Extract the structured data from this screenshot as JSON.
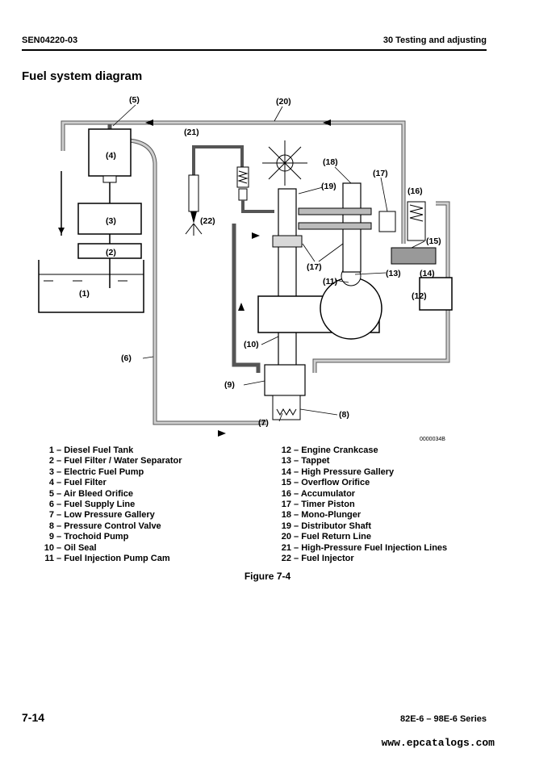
{
  "header": {
    "doc_code": "SEN04220-03",
    "section": "30 Testing and adjusting"
  },
  "title": "Fuel system diagram",
  "diagram": {
    "callouts": [
      "(1)",
      "(2)",
      "(3)",
      "(4)",
      "(5)",
      "(6)",
      "(7)",
      "(8)",
      "(9)",
      "(10)",
      "(11)",
      "(12)",
      "(13)",
      "(14)",
      "(15)",
      "(16)",
      "(17)",
      "(17)",
      "(18)",
      "(19)",
      "(20)",
      "(21)",
      "(22)"
    ],
    "figure_code": "0000034B"
  },
  "legend_left": [
    {
      "num": "1",
      "label": "Diesel Fuel Tank"
    },
    {
      "num": "2",
      "label": "Fuel Filter / Water Separator"
    },
    {
      "num": "3",
      "label": "Electric Fuel Pump"
    },
    {
      "num": "4",
      "label": "Fuel Filter"
    },
    {
      "num": "5",
      "label": "Air Bleed Orifice"
    },
    {
      "num": "6",
      "label": "Fuel Supply Line"
    },
    {
      "num": "7",
      "label": "Low Pressure Gallery"
    },
    {
      "num": "8",
      "label": "Pressure Control Valve"
    },
    {
      "num": "9",
      "label": "Trochoid Pump"
    },
    {
      "num": "10",
      "label": "Oil Seal"
    },
    {
      "num": "11",
      "label": "Fuel Injection Pump Cam"
    }
  ],
  "legend_right": [
    {
      "num": "12",
      "label": "Engine Crankcase"
    },
    {
      "num": "13",
      "label": "Tappet"
    },
    {
      "num": "14",
      "label": "High Pressure Gallery"
    },
    {
      "num": "15",
      "label": "Overflow Orifice"
    },
    {
      "num": "16",
      "label": "Accumulator"
    },
    {
      "num": "17",
      "label": "Timer Piston"
    },
    {
      "num": "18",
      "label": "Mono-Plunger"
    },
    {
      "num": "19",
      "label": "Distributor Shaft"
    },
    {
      "num": "20",
      "label": "Fuel Return Line"
    },
    {
      "num": "21",
      "label": "High-Pressure Fuel Injection Lines"
    },
    {
      "num": "22",
      "label": "Fuel Injector"
    }
  ],
  "caption": "Figure 7-4",
  "footer": {
    "page": "7-14",
    "series": "82E-6 – 98E-6 Series",
    "watermark": "www.epcatalogs.com"
  }
}
